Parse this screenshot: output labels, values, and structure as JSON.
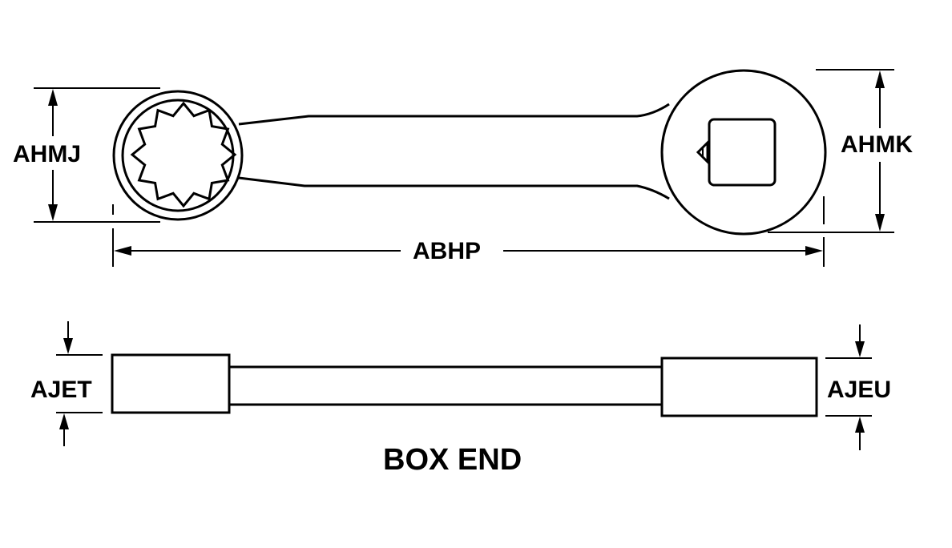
{
  "dimensions": {
    "box_outer_diameter": "AHMJ",
    "drive_end_diameter": "AHMK",
    "overall_length": "ABHP",
    "box_end_thickness": "AJET",
    "drive_end_thickness": "AJEU"
  },
  "view_title": "BOX END",
  "colors": {
    "line": "#000000",
    "background": "#ffffff"
  }
}
